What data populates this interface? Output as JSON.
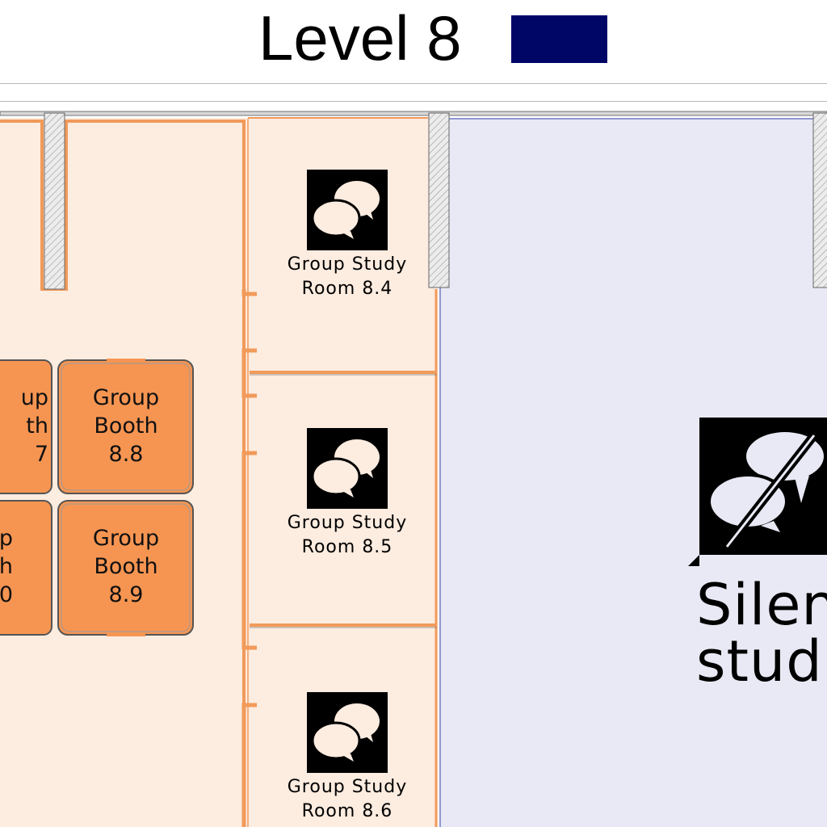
{
  "map_title": "Level 8",
  "level_color": "#000666",
  "colors": {
    "group_zone": "#fdece0",
    "group_booth": "#f69552",
    "wall_orange": "#f19a5a",
    "silent_zone": "#e8e9f4",
    "wall_blue": "#8e97d0"
  },
  "rooms": [
    {
      "line1": "Group Study",
      "line2": "Room 8.4",
      "icon": "group-discussion-icon"
    },
    {
      "line1": "Group Study",
      "line2": "Room 8.5",
      "icon": "group-discussion-icon"
    },
    {
      "line1": "Group Study",
      "line2": "Room 8.6",
      "icon": "group-discussion-icon"
    }
  ],
  "booths": [
    {
      "line1": "up",
      "line2": "th",
      "line3": "7"
    },
    {
      "line1": "Group",
      "line2": "Booth",
      "line3": "8.8"
    },
    {
      "line1": "up",
      "line2": "th",
      "line3": "0"
    },
    {
      "line1": "Group",
      "line2": "Booth",
      "line3": "8.9"
    }
  ],
  "silent_zone": {
    "line1": "Silen",
    "line2": "stud",
    "icon": "no-talking-icon"
  }
}
